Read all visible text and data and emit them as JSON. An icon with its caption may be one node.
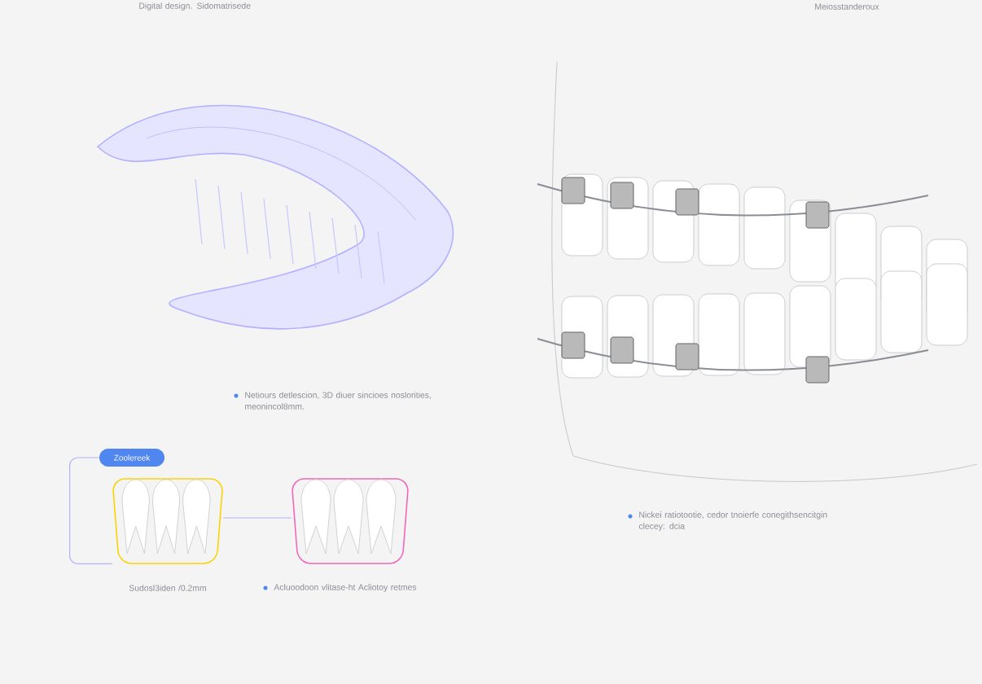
{
  "diagram": {
    "nodes": [
      {
        "text": [],
        "shape": "picture"
      },
      {
        "text": [],
        "shape": "picture"
      },
      {
        "text": [
          "Zoolereek"
        ]
      },
      {
        "text": [],
        "shape": "picture"
      },
      {
        "text": [],
        "shape": "picture"
      }
    ],
    "edges": [
      {
        "from": 2,
        "to": 3,
        "arrow": "none"
      },
      {
        "from": 3,
        "to": 4,
        "arrow": "none"
      }
    ],
    "labels": [
      "Digital design. Sidomatrisede",
      "Meiosstanderoux",
      "Netiours detlescion, 3D diuer sincioes noslorities, meonincol8mm.",
      "Sudosl3iden /0.2mm",
      "Acluoodoon vlitase-ht Acliotoy retmes",
      "Nickei ratiotootie, cedor tnoierfe conegithsencitgin clecey: dcia"
    ]
  }
}
